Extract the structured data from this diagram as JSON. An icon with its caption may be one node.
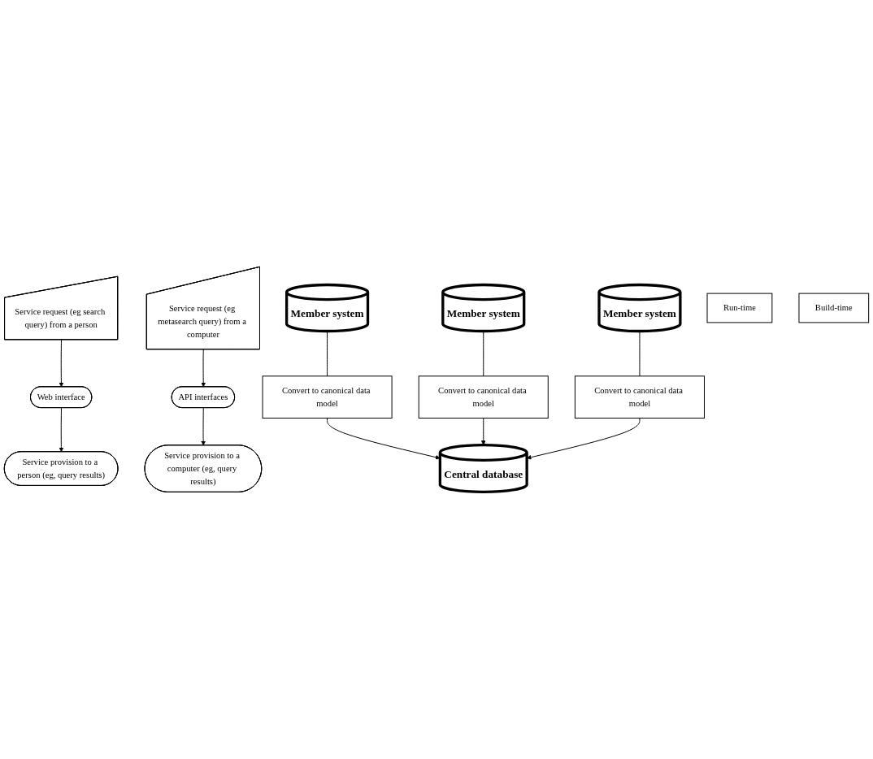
{
  "diagram": {
    "nodes": [
      {
        "text": [
          "Service request (eg search query) from a person"
        ]
      },
      {
        "text": [
          "Service provision to a person (eg, query results)"
        ]
      },
      {
        "text": [
          "Service request (eg metasearch query) from a computer"
        ]
      },
      {
        "text": [
          "Service provision to a computer (eg, query results)"
        ]
      },
      {
        "text": [
          "Web interface"
        ]
      },
      {
        "text": [
          "API interfaces"
        ]
      },
      {
        "text": [
          "Central database"
        ]
      },
      {
        "text": [
          "Convert to canonical data model"
        ]
      },
      {
        "text": [
          "Convert to canonical data model"
        ]
      },
      {
        "text": [
          "Convert to canonical data model"
        ]
      },
      {
        "text": [
          "Member system"
        ]
      },
      {
        "text": [
          "Member system"
        ]
      },
      {
        "text": [
          "Member system"
        ]
      },
      {
        "text": [
          "Run-time"
        ]
      },
      {
        "text": [
          "Build-time"
        ]
      }
    ],
    "edges": [
      {
        "from": 0,
        "to": 4,
        "arrow": "to"
      },
      {
        "from": 4,
        "to": 1,
        "arrow": "to"
      },
      {
        "from": 2,
        "to": 5,
        "arrow": "to"
      },
      {
        "from": 5,
        "to": 3,
        "arrow": "to"
      },
      {
        "from": 7,
        "to": 6,
        "arrow": "to"
      },
      {
        "from": 8,
        "to": 6,
        "arrow": "to"
      },
      {
        "from": 9,
        "to": 6,
        "arrow": "to"
      },
      {
        "from": 10,
        "to": 7,
        "arrow": "none"
      },
      {
        "from": 11,
        "to": 8,
        "arrow": "none"
      },
      {
        "from": 12,
        "to": 9,
        "arrow": "none"
      }
    ]
  }
}
